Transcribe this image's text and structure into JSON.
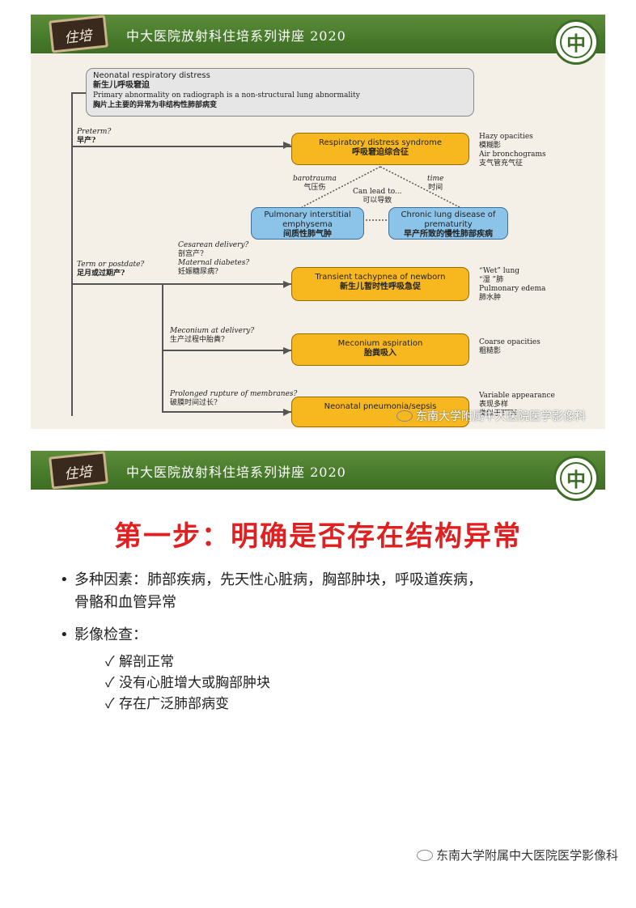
{
  "header": {
    "title": "中大医院放射科住培系列讲座 2020",
    "badge": "住培"
  },
  "diagram": {
    "root": {
      "line1": "Neonatal respiratory distress",
      "line2": "新生儿呼吸窘迫",
      "line3": "Primary abnormality on radiograph is a non-structural lung abnormality",
      "line4": "胸片上主要的异常为非结构性肺部病变"
    },
    "preterm": {
      "en": "Preterm?",
      "zh": "早产?"
    },
    "rds": {
      "en": "Respiratory distress syndrome",
      "zh": "呼吸窘迫综合征"
    },
    "rds_note": {
      "a": "Hazy opacities",
      "b": "模糊影",
      "c": "Air bronchograms",
      "d": "支气管充气征"
    },
    "barotrauma": {
      "en": "barotrauma",
      "zh": "气压伤"
    },
    "time": {
      "en": "time",
      "zh": "时间"
    },
    "can_lead": {
      "en": "Can lead to...",
      "zh": "可以导致"
    },
    "pie": {
      "en1": "Pulmonary interstitial",
      "en2": "emphysema",
      "zh": "间质性肺气肿"
    },
    "cld": {
      "en1": "Chronic lung disease of",
      "en2": "prematurity",
      "zh": "早产所致的慢性肺部疾病"
    },
    "term": {
      "en": "Term or postdate?",
      "zh": "足月或过期产?"
    },
    "cesarean": {
      "en": "Cesarean delivery?",
      "zh": "剖宫产?"
    },
    "diabetes": {
      "en": "Maternal diabetes?",
      "zh": "妊娠糖尿病?"
    },
    "ttn": {
      "en": "Transient tachypnea of newborn",
      "zh": "新生儿暂时性呼吸急促"
    },
    "ttn_note": {
      "a": "“Wet” lung",
      "b": "“湿 ”肺",
      "c": "Pulmonary edema",
      "d": "肺水肿"
    },
    "meconium_q": {
      "en": "Meconium at delivery?",
      "zh": "生产过程中胎粪?"
    },
    "mas": {
      "en": "Meconium aspiration",
      "zh": "胎粪吸入"
    },
    "mas_note": {
      "a": "Coarse opacities",
      "b": "粗糙影"
    },
    "prom_q": {
      "en": "Prolonged rupture of membranes?",
      "zh": "破膜时间过长?"
    },
    "sepsis": {
      "en": "Neonatal pneumonia/sepsis"
    },
    "sepsis_note": {
      "a": "Variable appearance",
      "b": "表现多样",
      "c": "类似于TTN"
    }
  },
  "watermark": "东南大学附属中大医院医学影像科",
  "slide2": {
    "heading": "第一步：明确是否存在结构异常",
    "bullet1a": "多种因素：肺部疾病，先天性心脏病，胸部肿块，呼吸道疾病，",
    "bullet1b": "骨骼和血管异常",
    "bullet2": "影像检查：",
    "checks": [
      "解剖正常",
      "没有心脏增大或胸部肿块",
      "存在广泛肺部病变"
    ]
  }
}
